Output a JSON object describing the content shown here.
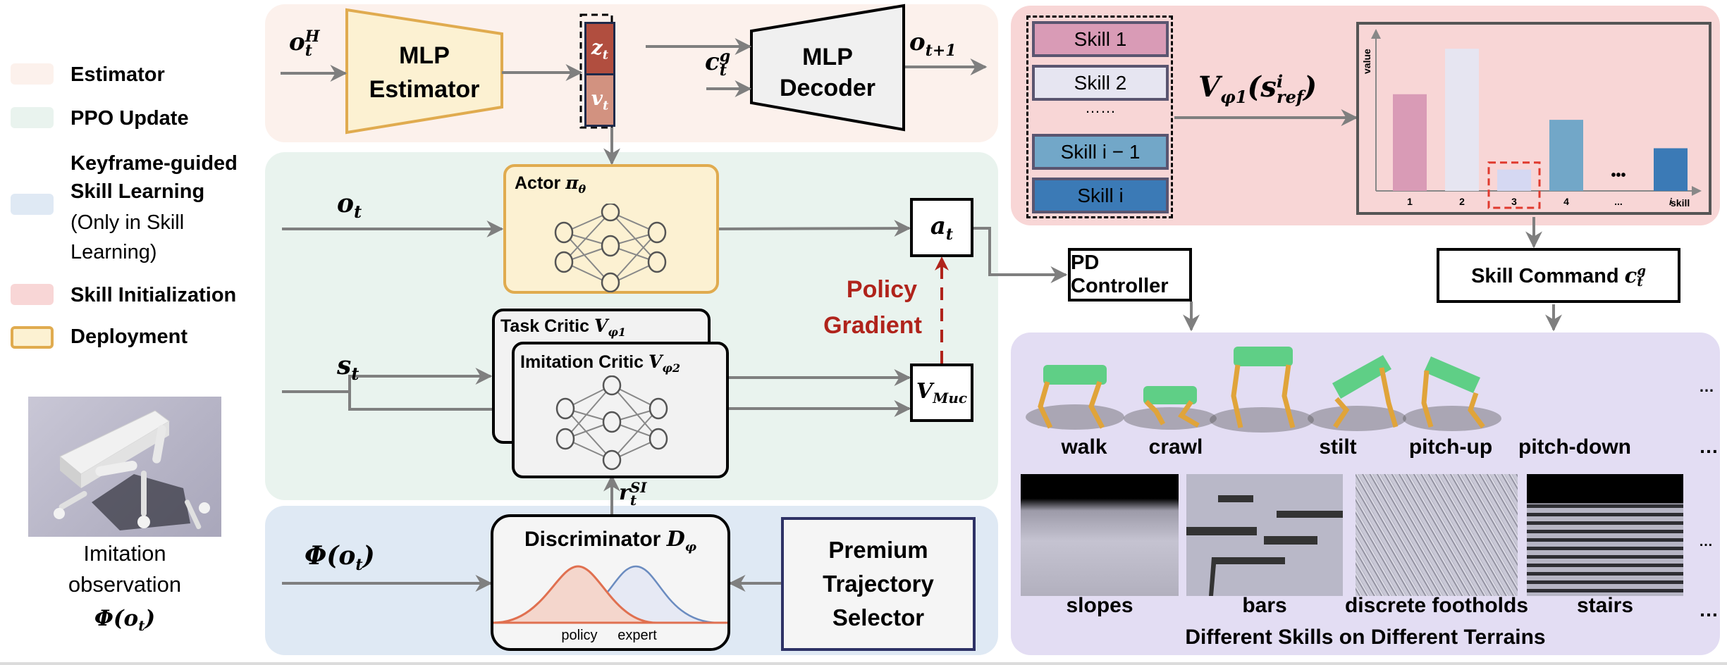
{
  "legend": {
    "items": [
      {
        "label": "Estimator",
        "color": "#fcf1ec"
      },
      {
        "label": "PPO Update",
        "color": "#e9f3ee"
      },
      {
        "label": "Keyframe-guided Skill Learning",
        "sublabel": "(Only in Skill Learning)",
        "color": "#dfe9f4"
      },
      {
        "label": "Skill Initialization",
        "color": "#f8d6d6"
      },
      {
        "label": "Deployment",
        "color": "#fcf1d2",
        "border": "#e0ab4f"
      }
    ]
  },
  "imitation": {
    "caption_line1": "Imitation",
    "caption_line2": "observation",
    "caption_formula": "Φ(o_t)"
  },
  "estimator_panel": {
    "input_label": "o_t^H",
    "estimator_line1": "MLP",
    "estimator_line2": "Estimator",
    "latent_z": "z_t",
    "latent_v": "v_t",
    "command_label": "c_t^g",
    "decoder_line1": "MLP",
    "decoder_line2": "Decoder",
    "output_label": "o_{t+1}",
    "z_color": "#b14e3f",
    "v_color": "#d29280"
  },
  "ppo_panel": {
    "obs_label": "o_t",
    "state_label": "s_t",
    "actor_title": "Actor π_θ",
    "task_critic_title": "Task Critic V_φ1",
    "imitation_critic_title": "Imitation Critic V_φ2",
    "action_label": "a_t",
    "value_label": "V_Muc",
    "policy_gradient_line1": "Policy",
    "policy_gradient_line2": "Gradient",
    "reward_label": "r_t^SI",
    "pg_color": "#b0231b"
  },
  "skill_learning_panel": {
    "input_label": "Φ(o_t)",
    "discriminator_title": "Discriminator D_φ",
    "dist_policy_label": "policy",
    "dist_expert_label": "expert",
    "selector_line1": "Premium",
    "selector_line2": "Trajectory",
    "selector_line3": "Selector",
    "policy_color": "#e07050",
    "expert_color": "#6b8cc0"
  },
  "skill_init_panel": {
    "skills": [
      {
        "label": "Skill 1",
        "color": "#d99bb6"
      },
      {
        "label": "Skill 2",
        "color": "#e6e5f1"
      },
      {
        "label": "……",
        "color": ""
      },
      {
        "label": "Skill i − 1",
        "color": "#72a7c8"
      },
      {
        "label": "Skill i",
        "color": "#3b7ab6"
      }
    ],
    "value_fn_label": "V_φ1(s_ref^i)"
  },
  "chart_data": {
    "type": "bar",
    "title": "",
    "xlabel": "skill",
    "ylabel": "value",
    "categories": [
      "1",
      "2",
      "3",
      "4",
      "...",
      "i"
    ],
    "values": [
      0.68,
      1.0,
      0.15,
      0.5,
      null,
      0.3
    ],
    "colors": [
      "#d99bb6",
      "#e6e5f1",
      "#d5d8f2",
      "#72a7c8",
      "",
      "#3b7ab6"
    ],
    "highlighted_category": "3",
    "highlight_color": "#e03a2e",
    "ylim": [
      0,
      1.1
    ],
    "grid": false,
    "legend": "none"
  },
  "deployment": {
    "pd_controller": "PD Controller",
    "skill_command": "Skill Command c_t^g",
    "skills": [
      "walk",
      "crawl",
      "stilt",
      "pitch-up",
      "pitch-down"
    ],
    "terrains": [
      "slopes",
      "bars",
      "discrete footholds",
      "stairs"
    ],
    "ellipsis": "…",
    "caption": "Different Skills on Different Terrains"
  }
}
